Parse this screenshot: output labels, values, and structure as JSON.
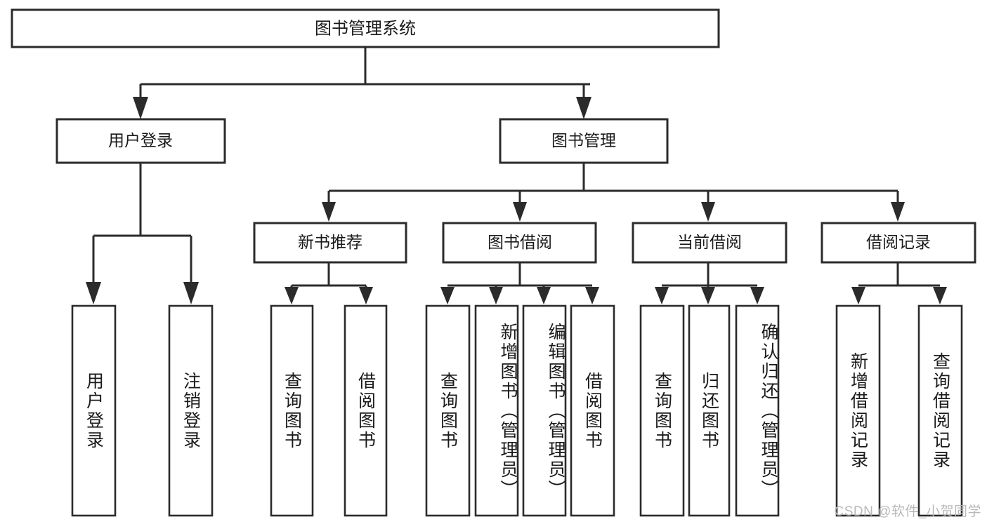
{
  "diagram": {
    "type": "tree-hierarchy",
    "title": "图书管理系统",
    "orientation": "top-down",
    "style": {
      "box_fill": "#ffffff",
      "box_stroke": "#2b2b2b",
      "text_color": "#1a1a1a",
      "background": "#ffffff"
    },
    "nodes": {
      "root": {
        "label": "图书管理系统",
        "level": 1
      },
      "l2": [
        {
          "id": "user-login",
          "label": "用户登录"
        },
        {
          "id": "book-manage",
          "label": "图书管理"
        }
      ],
      "l3": [
        {
          "id": "new-book-rec",
          "label": "新书推荐",
          "parent": "book-manage"
        },
        {
          "id": "book-borrow",
          "label": "图书借阅",
          "parent": "book-manage"
        },
        {
          "id": "current-borrow",
          "label": "当前借阅",
          "parent": "book-manage"
        },
        {
          "id": "borrow-record",
          "label": "借阅记录",
          "parent": "book-manage"
        }
      ],
      "leaves": [
        {
          "id": "leaf-user-login",
          "label": "用户登录",
          "parent": "user-login"
        },
        {
          "id": "leaf-logout-login",
          "label": "注销登录",
          "parent": "user-login"
        },
        {
          "id": "leaf-query-book-1",
          "label": "查询图书",
          "parent": "new-book-rec"
        },
        {
          "id": "leaf-borrow-book-1",
          "label": "借阅图书",
          "parent": "new-book-rec"
        },
        {
          "id": "leaf-query-book-2",
          "label": "查询图书",
          "parent": "book-borrow"
        },
        {
          "id": "leaf-add-book",
          "label": "新增图书（管理员）",
          "parent": "book-borrow"
        },
        {
          "id": "leaf-edit-book",
          "label": "编辑图书（管理员）",
          "parent": "book-borrow"
        },
        {
          "id": "leaf-borrow-book-2",
          "label": "借阅图书",
          "parent": "book-borrow"
        },
        {
          "id": "leaf-query-book-3",
          "label": "查询图书",
          "parent": "current-borrow"
        },
        {
          "id": "leaf-return-book",
          "label": "归还图书",
          "parent": "current-borrow"
        },
        {
          "id": "leaf-confirm-return",
          "label": "确认归还（管理员）",
          "parent": "current-borrow"
        },
        {
          "id": "leaf-add-record",
          "label": "新增借阅记录",
          "parent": "borrow-record"
        },
        {
          "id": "leaf-query-record",
          "label": "查询借阅记录",
          "parent": "borrow-record"
        }
      ]
    }
  },
  "watermark": {
    "text": "CSDN @软件_小贺同学"
  }
}
